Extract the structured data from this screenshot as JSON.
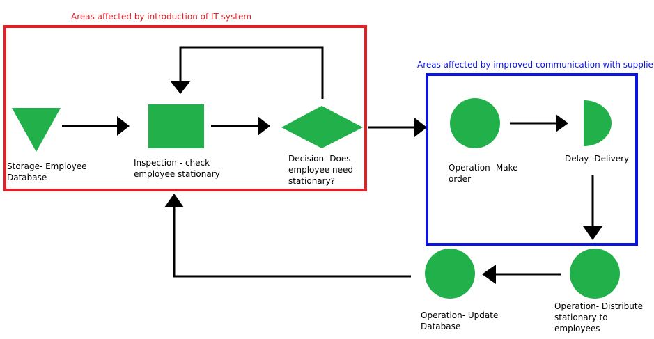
{
  "colors": {
    "shape_fill": "#22b04b",
    "it_region_border": "#e32026",
    "supplier_region_border": "#0a14e6",
    "arrow": "#000000"
  },
  "regions": {
    "it_system": {
      "title": "Areas affected by introduction of IT system"
    },
    "supplier": {
      "title": "Areas affected by improved communication with supplier"
    }
  },
  "nodes": {
    "storage": {
      "shape": "inverted-triangle",
      "label": "Storage- Employee\nDatabase"
    },
    "inspection": {
      "shape": "square",
      "label": "Inspection - check\nemployee stationary"
    },
    "decision": {
      "shape": "diamond",
      "label": "Decision- Does\nemployee need\nstationary?"
    },
    "make_order": {
      "shape": "circle",
      "label": "Operation- Make\norder"
    },
    "delay": {
      "shape": "d-shape",
      "label": "Delay- Delivery"
    },
    "distribute": {
      "shape": "circle",
      "label": "Operation- Distribute\nstationary to employees"
    },
    "update_db": {
      "shape": "circle",
      "label": "Operation- Update\nDatabase"
    }
  }
}
